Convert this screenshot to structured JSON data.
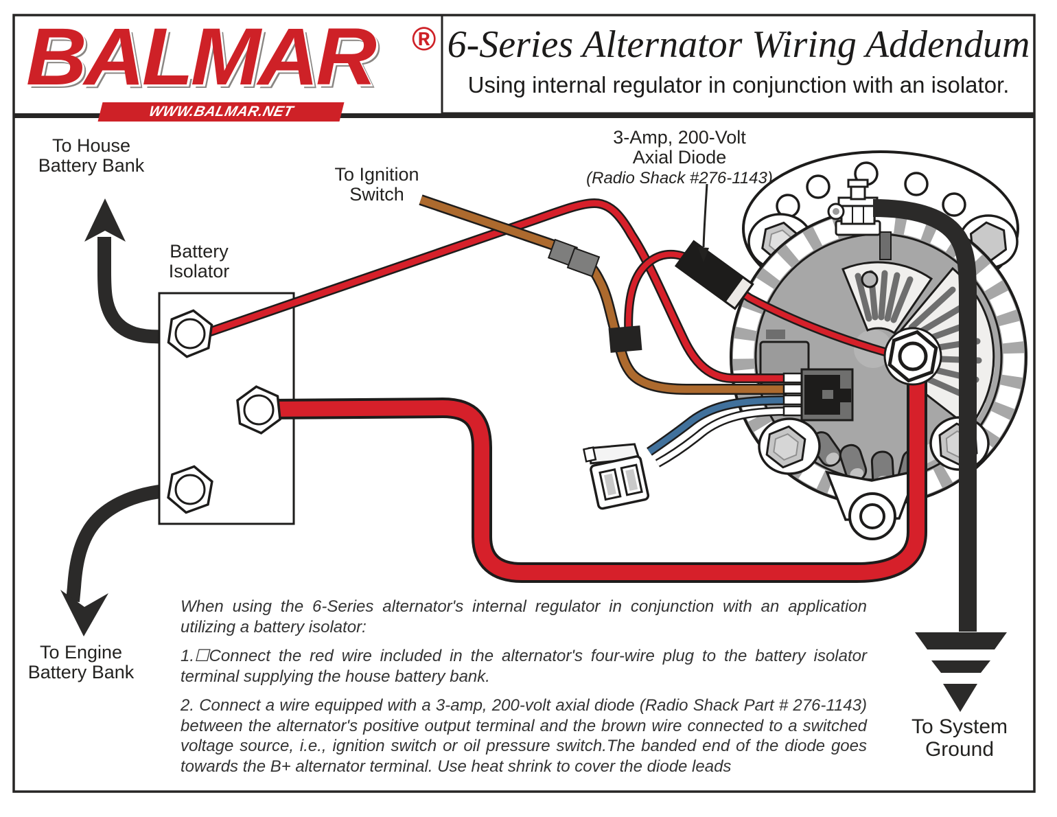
{
  "header": {
    "logo_text": "BALMAR",
    "logo_reg": "®",
    "logo_site": "WWW.BALMAR.NET",
    "title": "6-Series Alternator Wiring Addendum",
    "subtitle": "Using internal regulator in conjunction with an isolator."
  },
  "labels": {
    "house": {
      "line1": "To House",
      "line2": "Battery Bank"
    },
    "ignition": {
      "line1": "To Ignition",
      "line2": "Switch"
    },
    "isolator": {
      "line1": "Battery",
      "line2": "Isolator"
    },
    "diode": {
      "line1": "3-Amp, 200-Volt",
      "line2": "Axial Diode",
      "line3": "(Radio Shack #276-1143)"
    },
    "engine": {
      "line1": "To Engine",
      "line2": "Battery Bank"
    },
    "ground": {
      "line1": "To System",
      "line2": "Ground"
    }
  },
  "notes": {
    "intro": "When using the 6-Series alternator's internal regulator in conjunction with an application utilizing a battery isolator:",
    "item1": "1.☐Connect the red wire included in the alternator's four-wire plug to the battery isolator terminal supplying the house battery  bank.",
    "item2": "2. Connect a wire equipped with a 3-amp, 200-volt axial diode (Radio Shack Part # 276-1143) between the alternator's positive output terminal and the brown wire connected to a switched voltage source, i.e., ignition switch or oil pressure switch.The banded end of the diode goes towards the B+ alternator terminal. Use heat shrink to cover the diode leads"
  },
  "colors": {
    "logo_red": "#ce2127",
    "wire_red": "#d6202a",
    "wire_brown": "#ad6a2e",
    "wire_blue": "#41719c",
    "wire_black": "#2b2a29",
    "alternator_gray": "#a7a7a7",
    "outline_black": "#1d1c1b"
  }
}
